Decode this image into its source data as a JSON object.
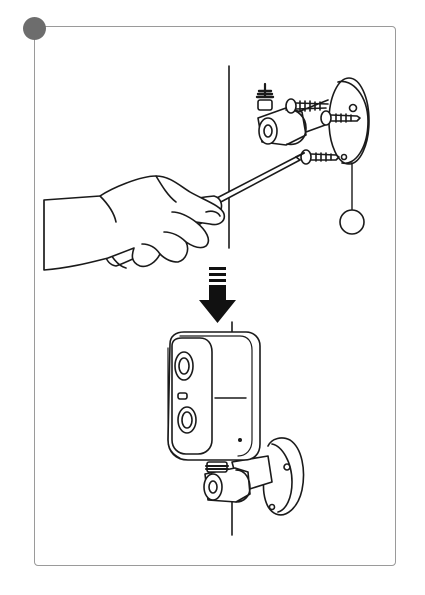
{
  "figure": {
    "step_marker": "filled-circle",
    "callout_marker": "empty-circle",
    "direction_indicator": "down-arrow",
    "colors": {
      "line": "#1a1a1a",
      "frame": "#9a9a9a",
      "step_dot": "#6d6d6d",
      "fill": "#ffffff"
    },
    "icons": [
      "screwdriver-icon",
      "hand-icon",
      "screw-icon",
      "wall-mount-icon",
      "camera-icon"
    ]
  }
}
